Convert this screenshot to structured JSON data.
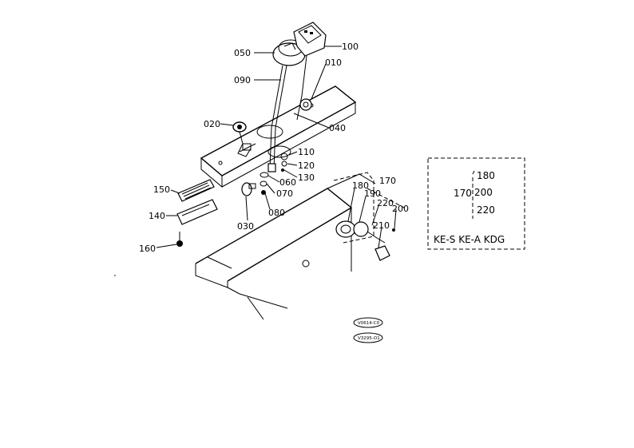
{
  "callouts": [
    {
      "id": "050",
      "text": "050"
    },
    {
      "id": "100",
      "text": "100"
    },
    {
      "id": "010",
      "text": "010"
    },
    {
      "id": "090",
      "text": "090"
    },
    {
      "id": "020",
      "text": "020"
    },
    {
      "id": "040",
      "text": "040"
    },
    {
      "id": "110",
      "text": "110"
    },
    {
      "id": "120",
      "text": "120"
    },
    {
      "id": "130",
      "text": "130"
    },
    {
      "id": "060",
      "text": "060"
    },
    {
      "id": "070",
      "text": "070"
    },
    {
      "id": "080",
      "text": "080"
    },
    {
      "id": "030",
      "text": "030"
    },
    {
      "id": "150",
      "text": "150"
    },
    {
      "id": "140",
      "text": "140"
    },
    {
      "id": "160",
      "text": "160"
    },
    {
      "id": "170",
      "text": "170"
    },
    {
      "id": "180",
      "text": "180"
    },
    {
      "id": "190",
      "text": "190"
    },
    {
      "id": "220",
      "text": "220"
    },
    {
      "id": "200",
      "text": "200"
    },
    {
      "id": "210",
      "text": "210"
    }
  ],
  "inset": {
    "group": "170",
    "items": [
      "180",
      "200",
      "220"
    ],
    "caption": "KE-S KE-A KDG"
  },
  "codes": [
    "V0614-C0",
    "V3295-O1"
  ]
}
